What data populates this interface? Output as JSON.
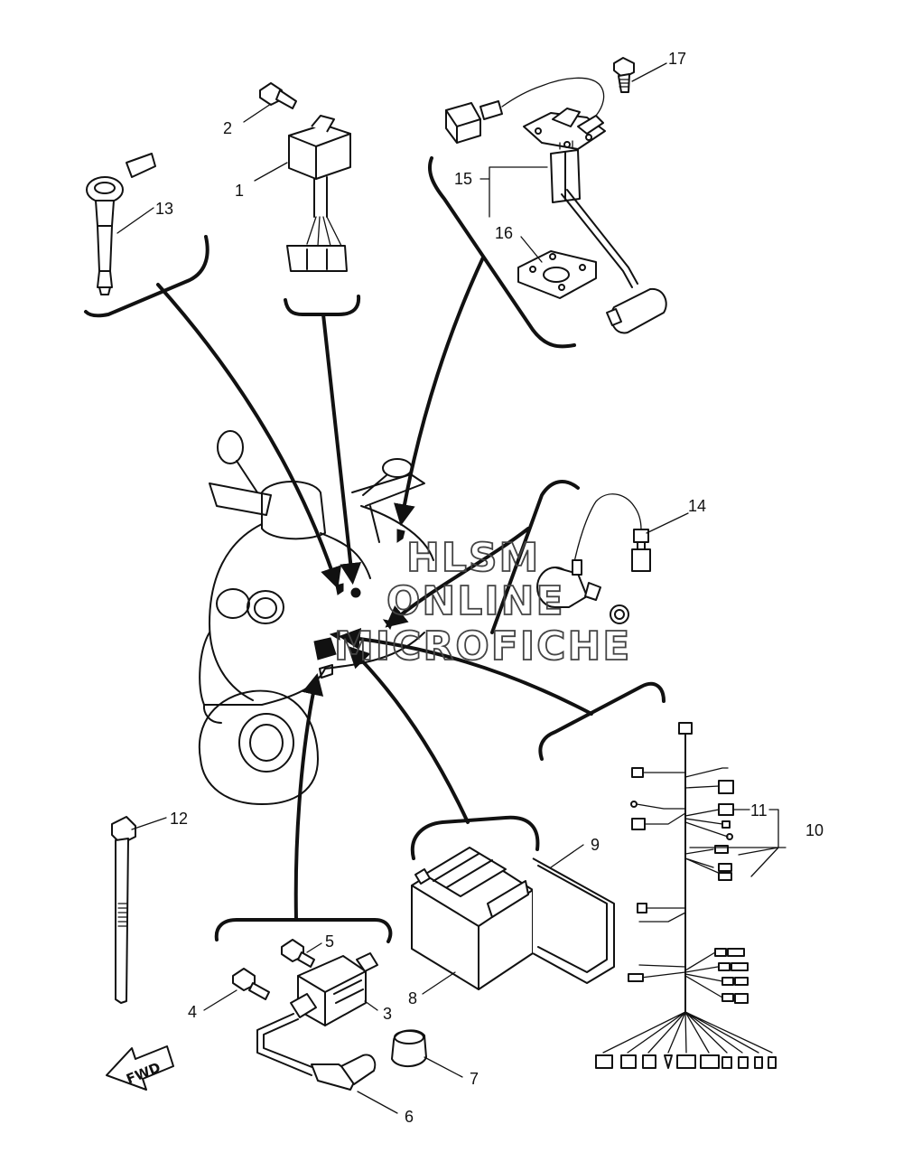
{
  "callouts": {
    "p1": "1",
    "p2": "2",
    "p3": "3",
    "p4": "4",
    "p5": "5",
    "p6": "6",
    "p7": "7",
    "p8": "8",
    "p9": "9",
    "p10": "10",
    "p11": "11",
    "p12": "12",
    "p13": "13",
    "p14": "14",
    "p15": "15",
    "p16": "16",
    "p17": "17"
  },
  "watermark": {
    "line1": "HLSM",
    "line2": "ONLINE",
    "line3": "MICROFICHE"
  },
  "direction_arrow_label": "FWD"
}
